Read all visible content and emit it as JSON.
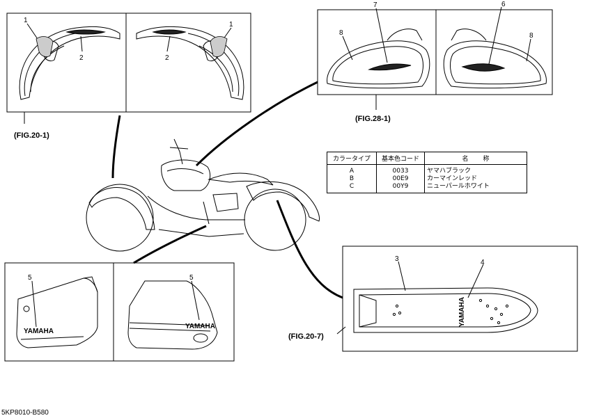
{
  "figures": {
    "fig_20_1": "(FIG.20-1)",
    "fig_28_1": "(FIG.28-1)",
    "fig_20_7": "(FIG.20-7)"
  },
  "callouts": [
    "1",
    "2",
    "3",
    "4",
    "5",
    "6",
    "7",
    "8"
  ],
  "brand_text": "YAMAHA",
  "color_table": {
    "headers": {
      "color_type": "カラータイプ",
      "base_color_code": "基本色コード",
      "name_1": "名",
      "name_2": "称"
    },
    "rows": [
      {
        "type": "A",
        "code": "0033",
        "name": "ヤマハブラック"
      },
      {
        "type": "B",
        "code": "00E9",
        "name": "カーマインレッド"
      },
      {
        "type": "C",
        "code": "00Y9",
        "name": "ニューパールホワイト"
      }
    ]
  },
  "drawing_code": "5KP8010-B580"
}
